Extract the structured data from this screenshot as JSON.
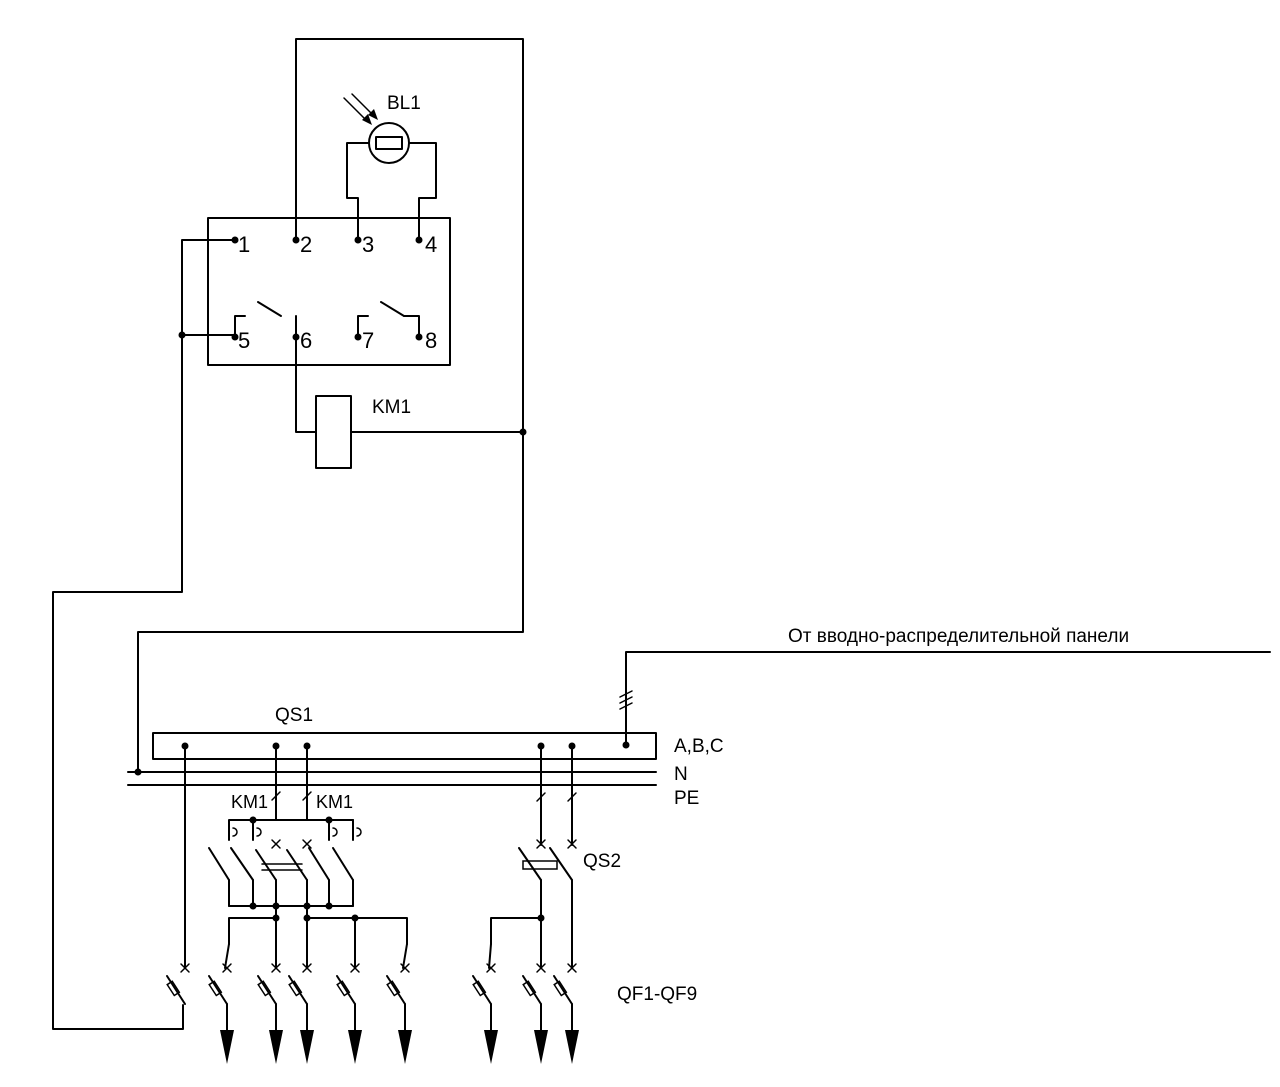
{
  "labels": {
    "sensor": "BL1",
    "relay_coil": "KM1",
    "km1_contact_a": "KM1",
    "km1_contact_b": "KM1",
    "switch_main": "QS1",
    "switch_secondary": "QS2",
    "breakers": "QF1-QF9",
    "source_note": "От вводно-распределительной панели",
    "bus_phases": "A,B,C",
    "bus_neutral": "N",
    "bus_pe": "PE"
  },
  "terminals": [
    "1",
    "2",
    "3",
    "4",
    "5",
    "6",
    "7",
    "8"
  ],
  "colors": {
    "ink": "#000000",
    "background": "#ffffff"
  }
}
